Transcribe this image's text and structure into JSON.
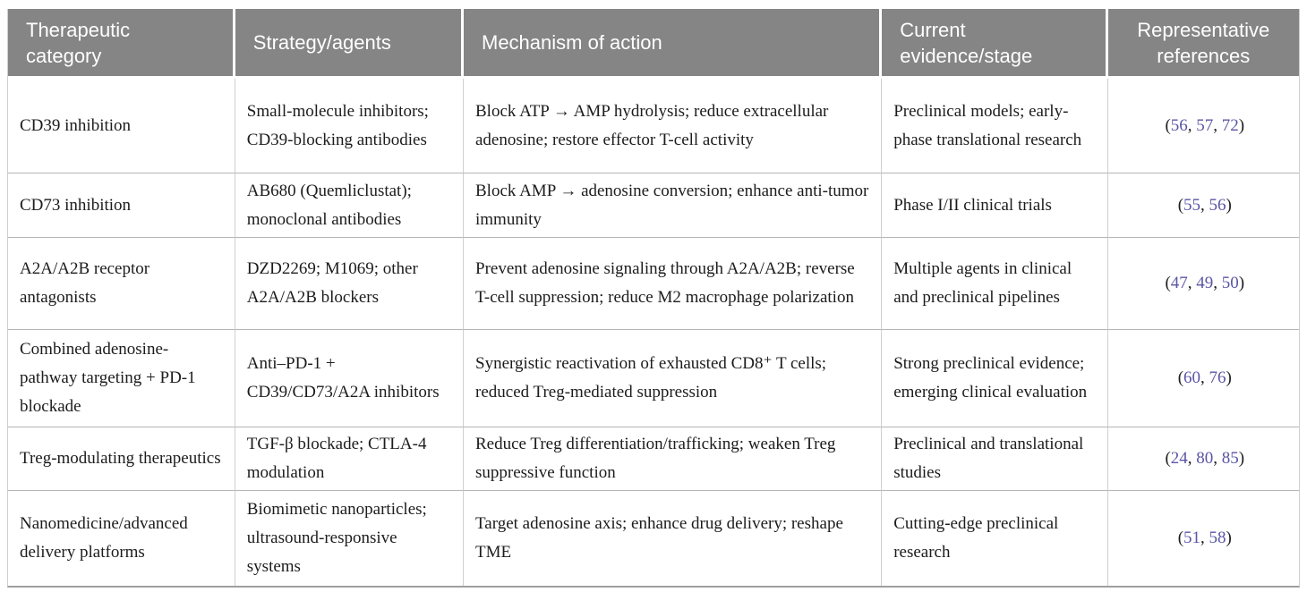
{
  "table": {
    "header": {
      "bg_color": "#858585",
      "text_color": "#ffffff",
      "columns": [
        "Therapeutic category",
        "Strategy/agents",
        "Mechanism of action",
        "Current evidence/stage",
        "Representative references"
      ]
    },
    "reference_color": "#5a55a5",
    "refs_format": {
      "open": "(",
      "separator": ", ",
      "close": ")"
    },
    "rows": [
      {
        "category": "CD39 inhibition",
        "strategy": "Small-molecule inhibitors; CD39-blocking antibodies",
        "mechanism": "Block ATP → AMP hydrolysis; reduce extracellular adenosine; restore effector T-cell activity",
        "evidence": "Preclinical models; early-phase translational research",
        "refs": [
          "56",
          "57",
          "72"
        ]
      },
      {
        "category": "CD73 inhibition",
        "strategy": "AB680 (Quemliclustat); monoclonal antibodies",
        "mechanism": "Block AMP → adenosine conversion; enhance anti-tumor immunity",
        "evidence": "Phase I/II clinical trials",
        "refs": [
          "55",
          "56"
        ]
      },
      {
        "category": "A2A/A2B receptor antagonists",
        "strategy": "DZD2269; M1069; other A2A/A2B blockers",
        "mechanism": "Prevent adenosine signaling through A2A/A2B; reverse T-cell suppression; reduce M2 macrophage polarization",
        "evidence": "Multiple agents in clinical and preclinical pipelines",
        "refs": [
          "47",
          "49",
          "50"
        ]
      },
      {
        "category": "Combined adenosine-pathway targeting + PD-1 blockade",
        "strategy": "Anti–PD-1 + CD39/CD73/A2A inhibitors",
        "mechanism": "Synergistic reactivation of exhausted CD8⁺ T cells; reduced Treg-mediated suppression",
        "evidence": "Strong preclinical evidence; emerging clinical evaluation",
        "refs": [
          "60",
          "76"
        ]
      },
      {
        "category": "Treg-modulating therapeutics",
        "strategy": "TGF-β blockade; CTLA-4 modulation",
        "mechanism": "Reduce Treg differentiation/trafficking; weaken Treg suppressive function",
        "evidence": "Preclinical and translational studies",
        "refs": [
          "24",
          "80",
          "85"
        ]
      },
      {
        "category": "Nanomedicine/advanced delivery platforms",
        "strategy": "Biomimetic nanoparticles; ultrasound-responsive systems",
        "mechanism": "Target adenosine axis; enhance drug delivery; reshape TME",
        "evidence": "Cutting-edge preclinical research",
        "refs": [
          "51",
          "58"
        ]
      }
    ]
  }
}
